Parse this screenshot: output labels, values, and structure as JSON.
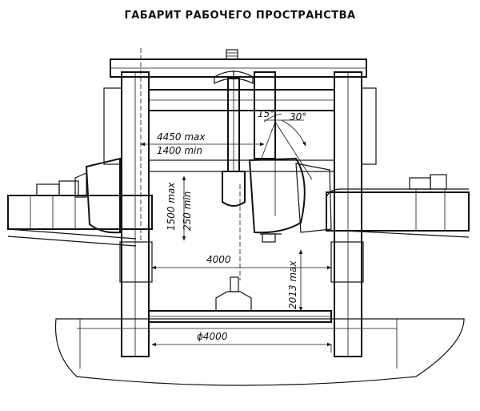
{
  "title": "ГАБАРИТ РАБОЧЕГО ПРОСТРАНСТВА",
  "dimensions": {
    "crossbar_max": "4450 max",
    "crossbar_min": "1400 min",
    "angle_left": "15°",
    "angle_right": "30°",
    "vert_max": "1500 max",
    "vert_min": "250 min",
    "width_between_columns": "4000",
    "height_max": "2013 max",
    "table_diameter": "ϕ4000"
  }
}
